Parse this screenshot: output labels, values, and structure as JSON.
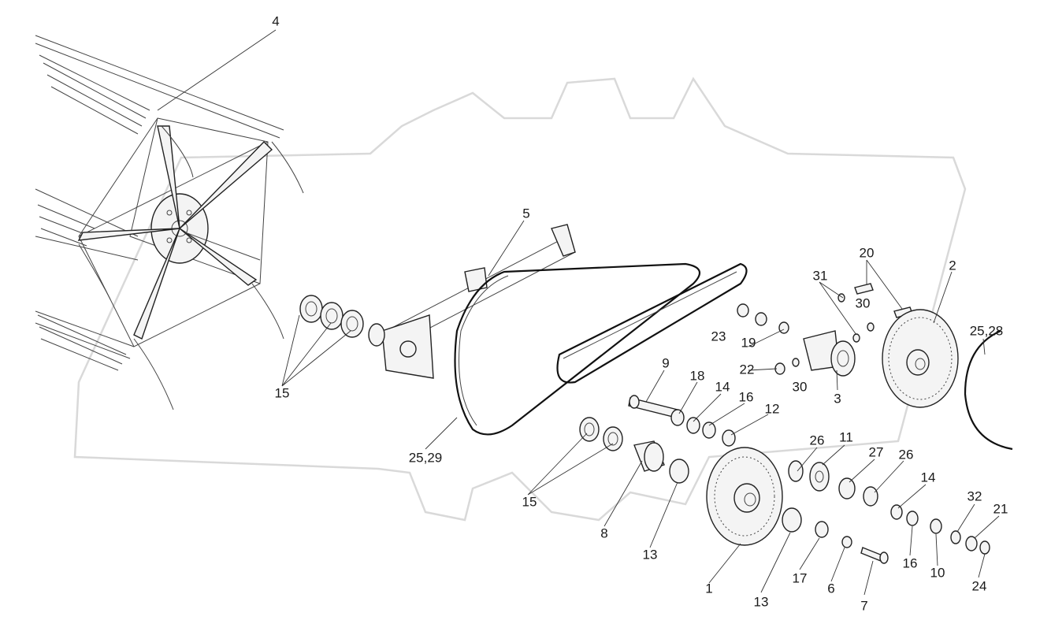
{
  "labels": {
    "l1": "1",
    "l2": "2",
    "l3": "3",
    "l4": "4",
    "l5": "5",
    "l6": "6",
    "l7": "7",
    "l8": "8",
    "l9": "9",
    "l10": "10",
    "l11": "11",
    "l12": "12",
    "l13a": "13",
    "l13b": "13",
    "l14a": "14",
    "l14b": "14",
    "l15a": "15",
    "l15b": "15",
    "l16a": "16",
    "l16b": "16",
    "l17": "17",
    "l18": "18",
    "l19": "19",
    "l20": "20",
    "l21": "21",
    "l22": "22",
    "l23": "23",
    "l24": "24",
    "l2528": "25,28",
    "l2529": "25,29",
    "l26a": "26",
    "l26b": "26",
    "l27": "27",
    "l30a": "30",
    "l30b": "30",
    "l31": "31",
    "l32": "32"
  }
}
